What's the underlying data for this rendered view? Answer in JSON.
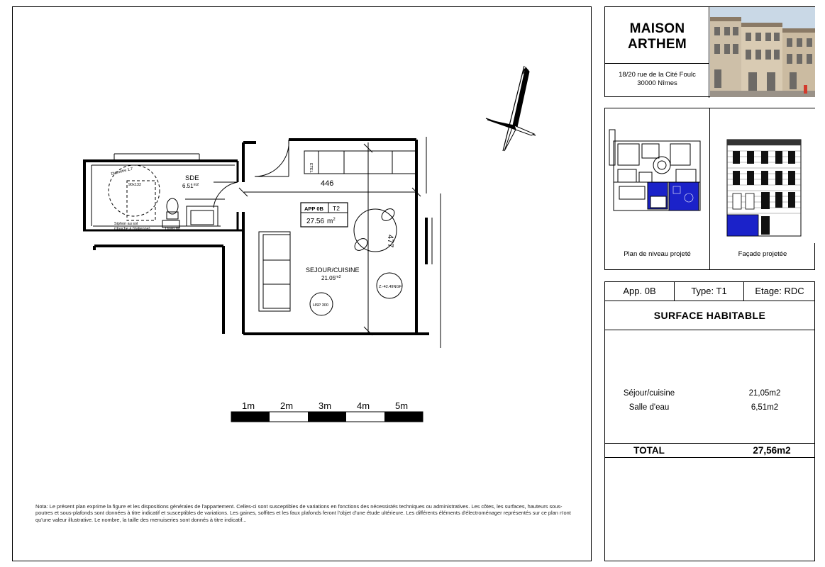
{
  "plan": {
    "rooms": {
      "sde_name": "SDE",
      "sde_area": "6.51",
      "sde_area_unit": "m2",
      "sejour_name": "SEJOUR/CUISINE",
      "sejour_area": "21.05",
      "sejour_area_unit": "m2"
    },
    "dimensions": {
      "width": "446",
      "depth": "477"
    },
    "labels": {
      "shower_diameter": "Diamètre 1.7",
      "shower_size": "90x132",
      "siphon_line1": "Siphon au sol",
      "siphon_line2": "(douche à l'italienne)",
      "linen": "Linéo 60",
      "etel": "ETEL",
      "ceiling_height": "HSP 300",
      "floor_level": "Z:-42.49NGF"
    },
    "apartment_tag": {
      "id": "APP 0B",
      "type": "T2",
      "area": "27.56",
      "unit": "m"
    },
    "scale": {
      "labels": [
        "1m",
        "2m",
        "3m",
        "4m",
        "5m"
      ]
    }
  },
  "note": {
    "text": "Nota: Le présent plan exprime la figure et les dispositions générales de l'appartement. Celles-ci sont susceptibles de variations en fonctions des nécessistés techniques ou administratives. Les côtes, les surfaces, hauteurs sous-poutres et sous-plafonds sont données à titre indicatif et susceptibles de variations. Les gaines, soffites et les faux plafonds feront l'objet d'une étude ultérieure. Les différents éléments d'électroménager représentés sur ce plan n'ont qu'une valeur illustrative. Le nombre, la taille des menuiseries sont donnés à titre indicatif..."
  },
  "brand": {
    "title_line1": "MAISON",
    "title_line2": "ARTHEM",
    "address_line1": "18/20 rue de la Cité Foulc",
    "address_line2": "30000 Nîmes"
  },
  "thumbnails": {
    "level_plan_caption": "Plan de niveau projeté",
    "facade_caption": "Façade projetée"
  },
  "info": {
    "app": "App. 0B",
    "type": "Type: T1",
    "etage": "Etage: RDC",
    "title": "SURFACE HABITABLE",
    "surfaces": [
      {
        "label": "Séjour/cuisine",
        "value": "21,05m2"
      },
      {
        "label": "Salle d'eau",
        "value": "6,51m2"
      }
    ],
    "total_label": "TOTAL",
    "total_value": "27,56m2"
  },
  "colors": {
    "highlight_blue": "#1b22c9",
    "line": "#000000"
  }
}
